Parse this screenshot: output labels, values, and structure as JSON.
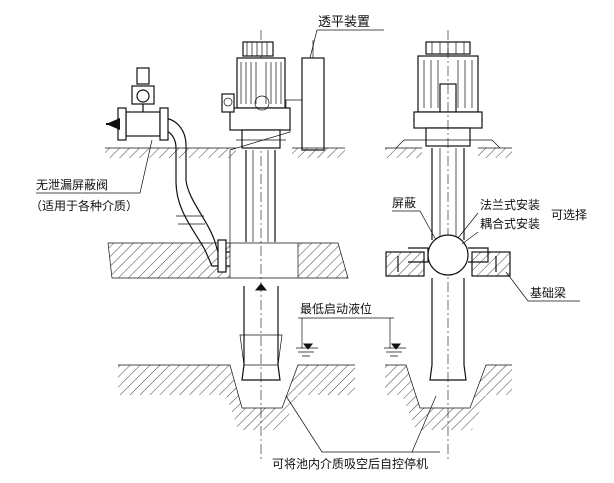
{
  "labels": {
    "leveling_device": "透平装置",
    "valve_line1": "无泄漏屏蔽阀",
    "valve_line2": "（适用于各种介质）",
    "shield": "屏蔽",
    "flange_install": "法兰式安装",
    "coupling_install": "耦合式安装",
    "optional": "可选择",
    "foundation_beam": "基础梁",
    "min_start_level": "最低启动液位",
    "auto_stop": "可将池内介质吸空后自控停机"
  },
  "colors": {
    "line": "#111111",
    "background": "#ffffff"
  },
  "icons": {
    "motor": "motor-icon",
    "valve": "valve-icon",
    "level_marker": "water-level-icon"
  }
}
